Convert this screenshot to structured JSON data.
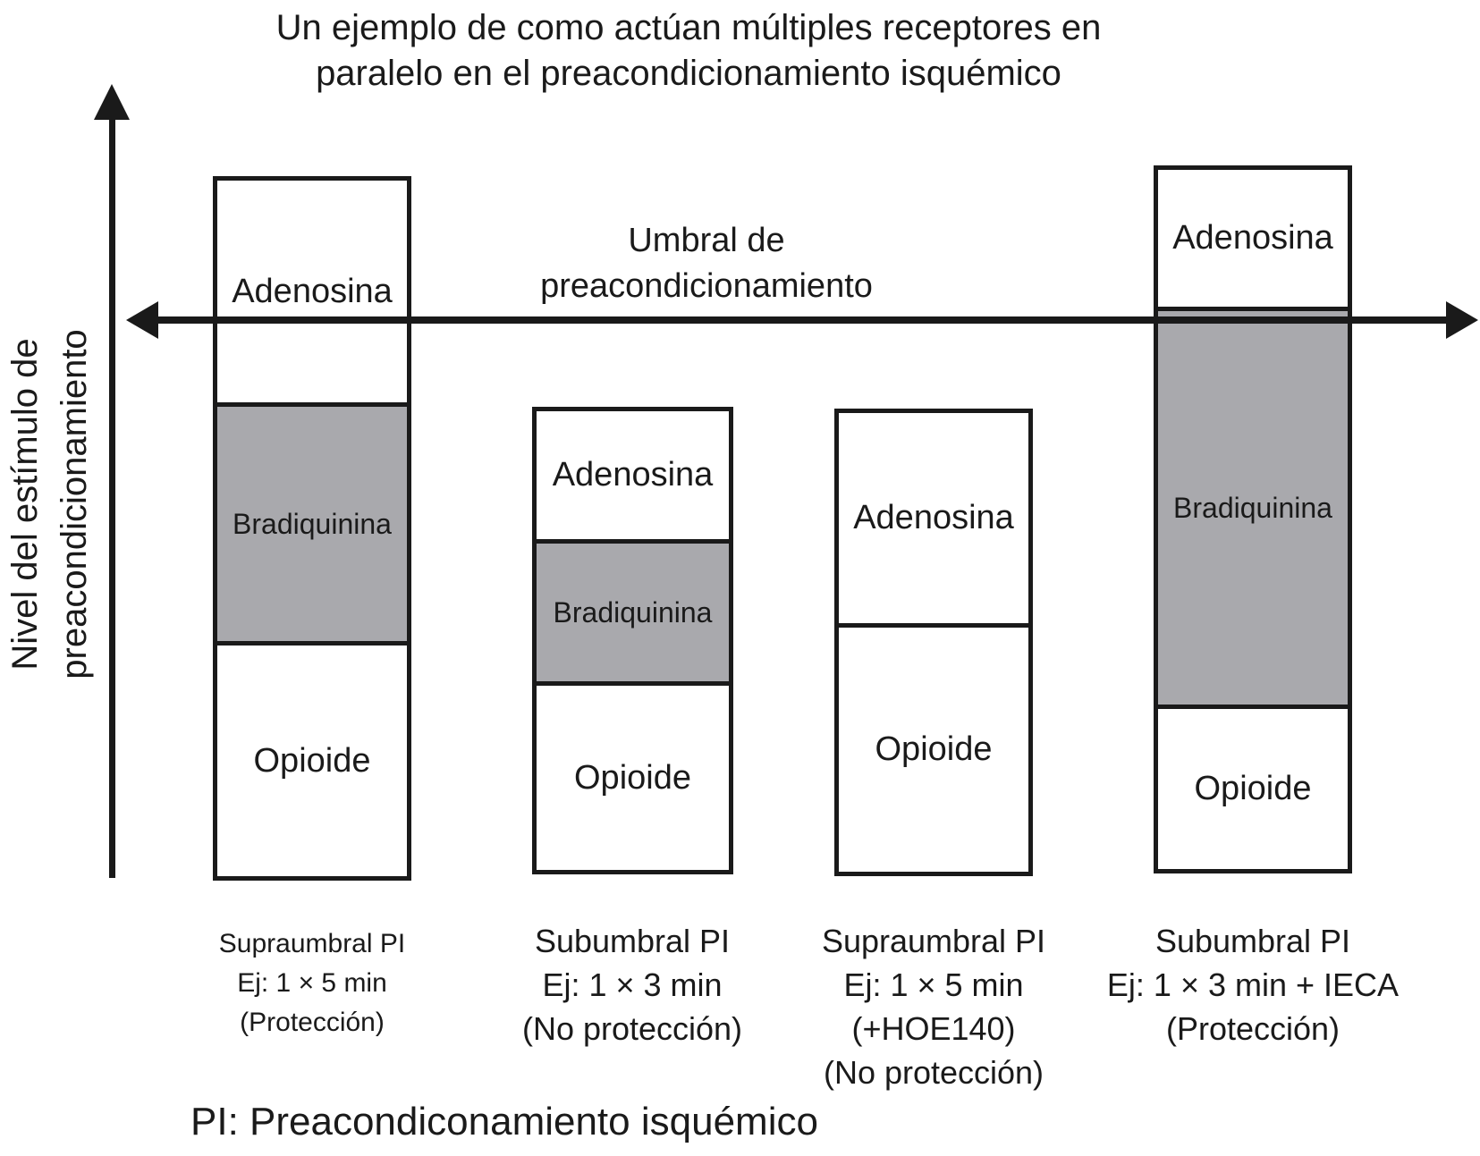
{
  "figure": {
    "title_line1": "Un ejemplo de como actúan múltiples receptores en",
    "title_line2": "paralelo en el preacondicionamiento isquémico",
    "y_axis_line1": "Nivel del estímulo de",
    "y_axis_line2": "preacondicionamiento",
    "threshold_line1": "Umbral de",
    "threshold_line2": "preacondicionamiento",
    "footnote": "PI: Preacondiconamiento isquémico"
  },
  "colors": {
    "ink": "#1a1a1a",
    "highlight_gray": "#a9a9ad",
    "background": "#ffffff"
  },
  "bars": [
    {
      "id": "supraumbral-pi-proteccion",
      "segments": [
        {
          "label": "Adenosina",
          "highlight": false
        },
        {
          "label": "Bradiquinina",
          "highlight": true
        },
        {
          "label": "Opioide",
          "highlight": false
        }
      ],
      "caption": [
        "Supraumbral PI",
        "Ej: 1 × 5 min",
        "(Protección)"
      ]
    },
    {
      "id": "subumbral-pi-no-proteccion",
      "segments": [
        {
          "label": "Adenosina",
          "highlight": false
        },
        {
          "label": "Bradiquinina",
          "highlight": true
        },
        {
          "label": "Opioide",
          "highlight": false
        }
      ],
      "caption": [
        "Subumbral PI",
        "Ej: 1 × 3 min",
        "(No protección)"
      ]
    },
    {
      "id": "supraumbral-pi-hoe140",
      "segments": [
        {
          "label": "Adenosina",
          "highlight": false
        },
        {
          "label": "Opioide",
          "highlight": false
        }
      ],
      "caption": [
        "Supraumbral PI",
        "Ej: 1 × 5 min",
        "(+HOE140)",
        "(No protección)"
      ]
    },
    {
      "id": "subumbral-pi-ieca",
      "segments": [
        {
          "label": "Adenosina",
          "highlight": false
        },
        {
          "label": "Bradiquinina",
          "highlight": true
        },
        {
          "label": "Opioide",
          "highlight": false
        }
      ],
      "caption": [
        "Subumbral PI",
        "Ej: 1 × 3 min + IECA",
        "(Protección)"
      ]
    }
  ]
}
